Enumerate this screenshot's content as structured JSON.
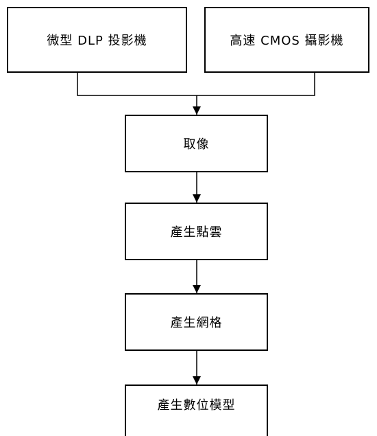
{
  "diagram": {
    "nodes": {
      "projector": "微型 DLP 投影機",
      "camera": "高速 CMOS 攝影機",
      "capture": "取像",
      "point_cloud": "產生點雲",
      "mesh": "產生網格",
      "digital_model": "產生數位模型"
    },
    "edges": [
      {
        "from": "projector",
        "to": "capture"
      },
      {
        "from": "camera",
        "to": "capture"
      },
      {
        "from": "capture",
        "to": "point_cloud"
      },
      {
        "from": "point_cloud",
        "to": "mesh"
      },
      {
        "from": "mesh",
        "to": "digital_model"
      }
    ],
    "colors": {
      "stroke": "#000000",
      "background": "#ffffff"
    }
  }
}
